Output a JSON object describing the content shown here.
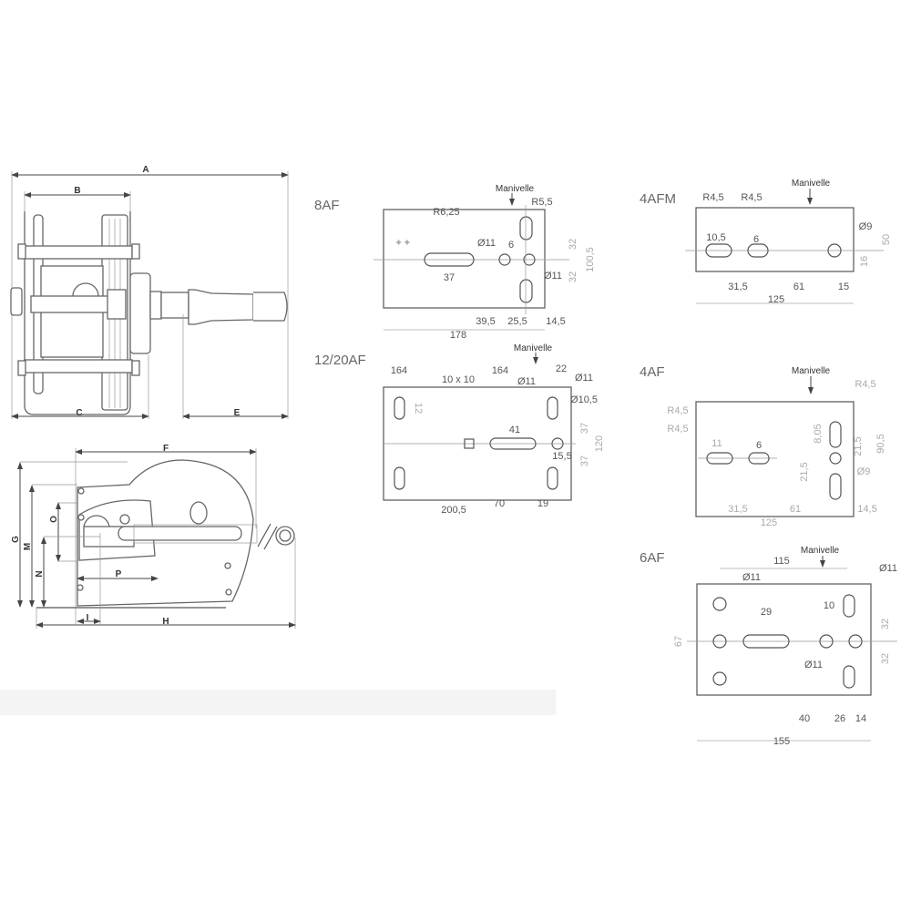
{
  "front_view": {
    "dims": {
      "A": "A",
      "B": "B",
      "C": "C",
      "E": "E"
    }
  },
  "side_view": {
    "dims": {
      "F": "F",
      "G": "G",
      "M": "M",
      "O": "O",
      "N": "N",
      "P": "P",
      "I": "I",
      "H": "H"
    }
  },
  "common": {
    "manivelle": "Manivelle"
  },
  "plates": {
    "p8AF": {
      "title": "8AF",
      "labels": {
        "r625": "R6,25",
        "r55": "R5,5",
        "d11a": "Ø11",
        "six": "6",
        "d11b": "Ø11",
        "l37": "37",
        "v32a": "32",
        "v32b": "32",
        "h1005": "100,5",
        "l395": "39,5",
        "l255": "25,5",
        "l145": "14,5",
        "l178": "178"
      }
    },
    "p1220AF": {
      "title": "12/20AF",
      "labels": {
        "l164": "164",
        "l22": "22",
        "d11a": "Ø11",
        "d11b": "Ø11",
        "d105": "Ø10,5",
        "sq": "10 x 10",
        "v12": "12",
        "l41": "41",
        "v37a": "37",
        "v37b": "37",
        "h120": "120",
        "l155": "15,5",
        "l2005": "200,5",
        "l70": "70",
        "l19": "19"
      }
    },
    "p4AFM": {
      "title": "4AFM",
      "labels": {
        "r45a": "R4,5",
        "r45b": "R4,5",
        "l105": "10,5",
        "six": "6",
        "d9": "Ø9",
        "h50": "50",
        "v16": "16",
        "l315": "31,5",
        "l61": "61",
        "l15": "15",
        "l125": "125"
      }
    },
    "p4AF": {
      "title": "4AF",
      "labels": {
        "r45a": "R4,5",
        "r45b": "R4,5",
        "r45c": "R4,5",
        "l11": "11",
        "six": "6",
        "v805": "8,05",
        "v215a": "21,5",
        "v215b": "21,5",
        "d9": "Ø9",
        "h905": "90,5",
        "l315": "31,5",
        "l61": "61",
        "l145": "14,5",
        "l125": "125"
      }
    },
    "p6AF": {
      "title": "6AF",
      "labels": {
        "l115": "115",
        "d11a": "Ø11",
        "d11b": "Ø11",
        "d11c": "Ø11",
        "l29": "29",
        "ten": "10",
        "v67": "67",
        "v32a": "32",
        "v32b": "32",
        "l40": "40",
        "l26": "26",
        "l14": "14",
        "l155": "155"
      }
    }
  }
}
